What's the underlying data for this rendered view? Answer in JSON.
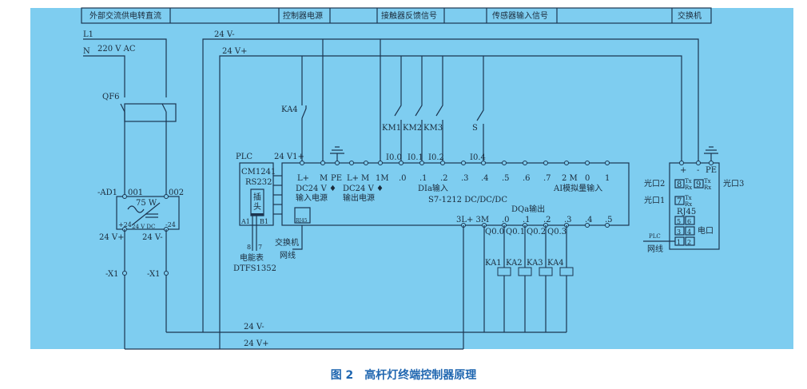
{
  "header": [
    "外部交流供电转直流",
    "",
    "控制器电源",
    "",
    "接触器反馈信号",
    "",
    "传感器输入信号",
    "",
    "交换机"
  ],
  "labels": {
    "l1": "L1",
    "n": "N",
    "ac": "220 V AC",
    "qf6": "QF6",
    "ad1": "-AD1",
    "t001": "001",
    "t002": "002",
    "w75": "75 W",
    "p24": "+24",
    "dc24": "24 V DC",
    "m24": "-24",
    "v24p": "24 V+",
    "v24m": "24 V-",
    "x1": "-X1",
    "ka4": "KA4",
    "km1": "KM1",
    "km2": "KM2",
    "km3": "KM3",
    "s": "S",
    "plc": "PLC",
    "v1": "24 V1+",
    "cm": "CM1241",
    "rs": "RS232",
    "plug1": "插",
    "plug2": "头",
    "a1": "A1",
    "b1": "B1",
    "p8": "8",
    "p7": "7",
    "meter": "电能表",
    "meter_model": "DTFS1352",
    "rj45": "RJ45",
    "sw": "交换机",
    "net": "网线",
    "dc_in": "DC24 V ♦",
    "in_pwr": "输入电源",
    "dc_out": "DC24 V ♦",
    "out_pwr": "输出电源",
    "dia": "DIa输入",
    "model": "S7-1212 DC/DC/DC",
    "ai": "AI模拟量输入",
    "dqa": "DQa输出",
    "port2": "光口2",
    "port1": "光口1",
    "port3": "光口3",
    "tx": "Tx",
    "rx": "Rx",
    "p8b": "8",
    "p9": "9",
    "p7b": "7",
    "rj45b": "RJ45",
    "elec": "电口",
    "plc_s": "PLC",
    "net2": "网线",
    "plus": "+",
    "minus": "-",
    "pe": "PE"
  },
  "top_terminals": [
    "L+",
    "M",
    "PE",
    "L+",
    "M",
    "1M",
    ".0",
    ".1",
    ".2",
    ".3",
    ".4",
    ".5",
    ".6",
    ".7",
    "2 M",
    "0",
    "1"
  ],
  "inputs": [
    "I0.0",
    "I0.1",
    "I0.2",
    "I0.4"
  ],
  "bottom_terminals": [
    "3L+ 3M",
    ".0",
    ".1",
    ".2",
    ".3",
    ".4",
    ".5"
  ],
  "outputs": [
    "Q0.0",
    "Q0.1",
    "Q0.2",
    "Q0.3"
  ],
  "relays": [
    "KA1",
    "KA2",
    "KA3",
    "KA4"
  ],
  "ports": [
    "5",
    "6",
    "3",
    "4",
    "1",
    "2"
  ],
  "caption": "图 2　高杆灯终端控制器原理"
}
